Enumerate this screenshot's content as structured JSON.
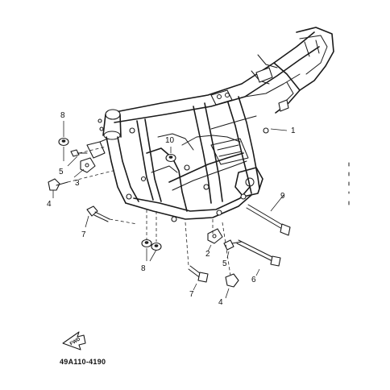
{
  "diagram": {
    "reference_code": "49A110-4190",
    "fwd_label": "FWD",
    "callouts": [
      {
        "id": "c1",
        "text": "1"
      },
      {
        "id": "c2",
        "text": "2"
      },
      {
        "id": "c3",
        "text": "3"
      },
      {
        "id": "c4a",
        "text": "4"
      },
      {
        "id": "c4b",
        "text": "4"
      },
      {
        "id": "c5a",
        "text": "5"
      },
      {
        "id": "c5b",
        "text": "5"
      },
      {
        "id": "c6",
        "text": "6"
      },
      {
        "id": "c7a",
        "text": "7"
      },
      {
        "id": "c7b",
        "text": "7"
      },
      {
        "id": "c8a",
        "text": "8"
      },
      {
        "id": "c8b",
        "text": "8"
      },
      {
        "id": "c9",
        "text": "9"
      },
      {
        "id": "c10",
        "text": "10"
      }
    ]
  }
}
